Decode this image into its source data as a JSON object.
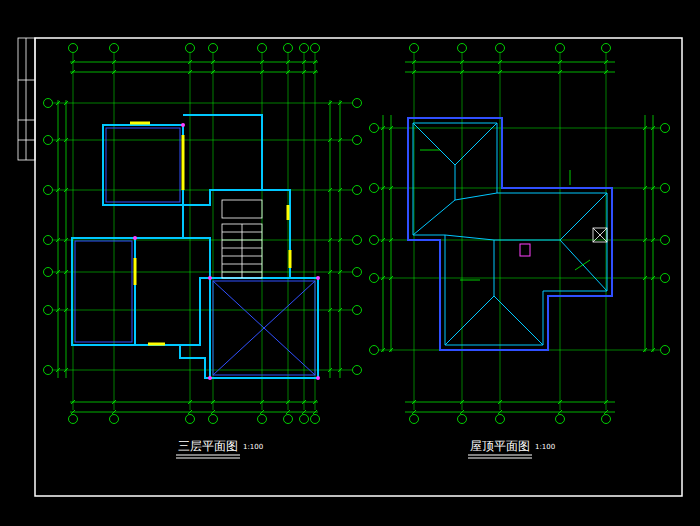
{
  "diagram": {
    "labels": [
      "三层平面图",
      "1:100",
      "屋顶平面图",
      "1:100"
    ]
  }
}
